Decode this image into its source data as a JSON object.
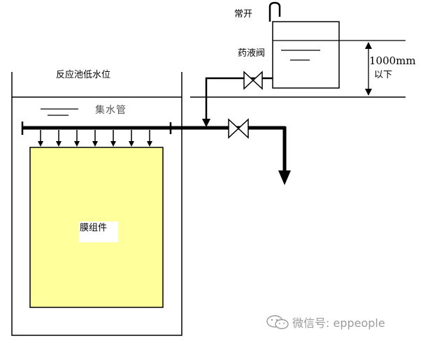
{
  "labels": {
    "normally_open": "常开",
    "dosing_valve": "药液阀",
    "height": "1000mm",
    "below": "以下",
    "low_water_level": "反应池低水位",
    "collector_pipe": "集水管",
    "membrane_module": "膜组件"
  },
  "watermark": {
    "text": "微信号: eppeople"
  },
  "colors": {
    "membrane_fill": "#ffff9c",
    "line": "#000000",
    "watermark": "#9b9b9b"
  },
  "icons": [
    "valve-icon",
    "arrow-down-icon",
    "water-level-icon",
    "wechat-logo-icon"
  ]
}
